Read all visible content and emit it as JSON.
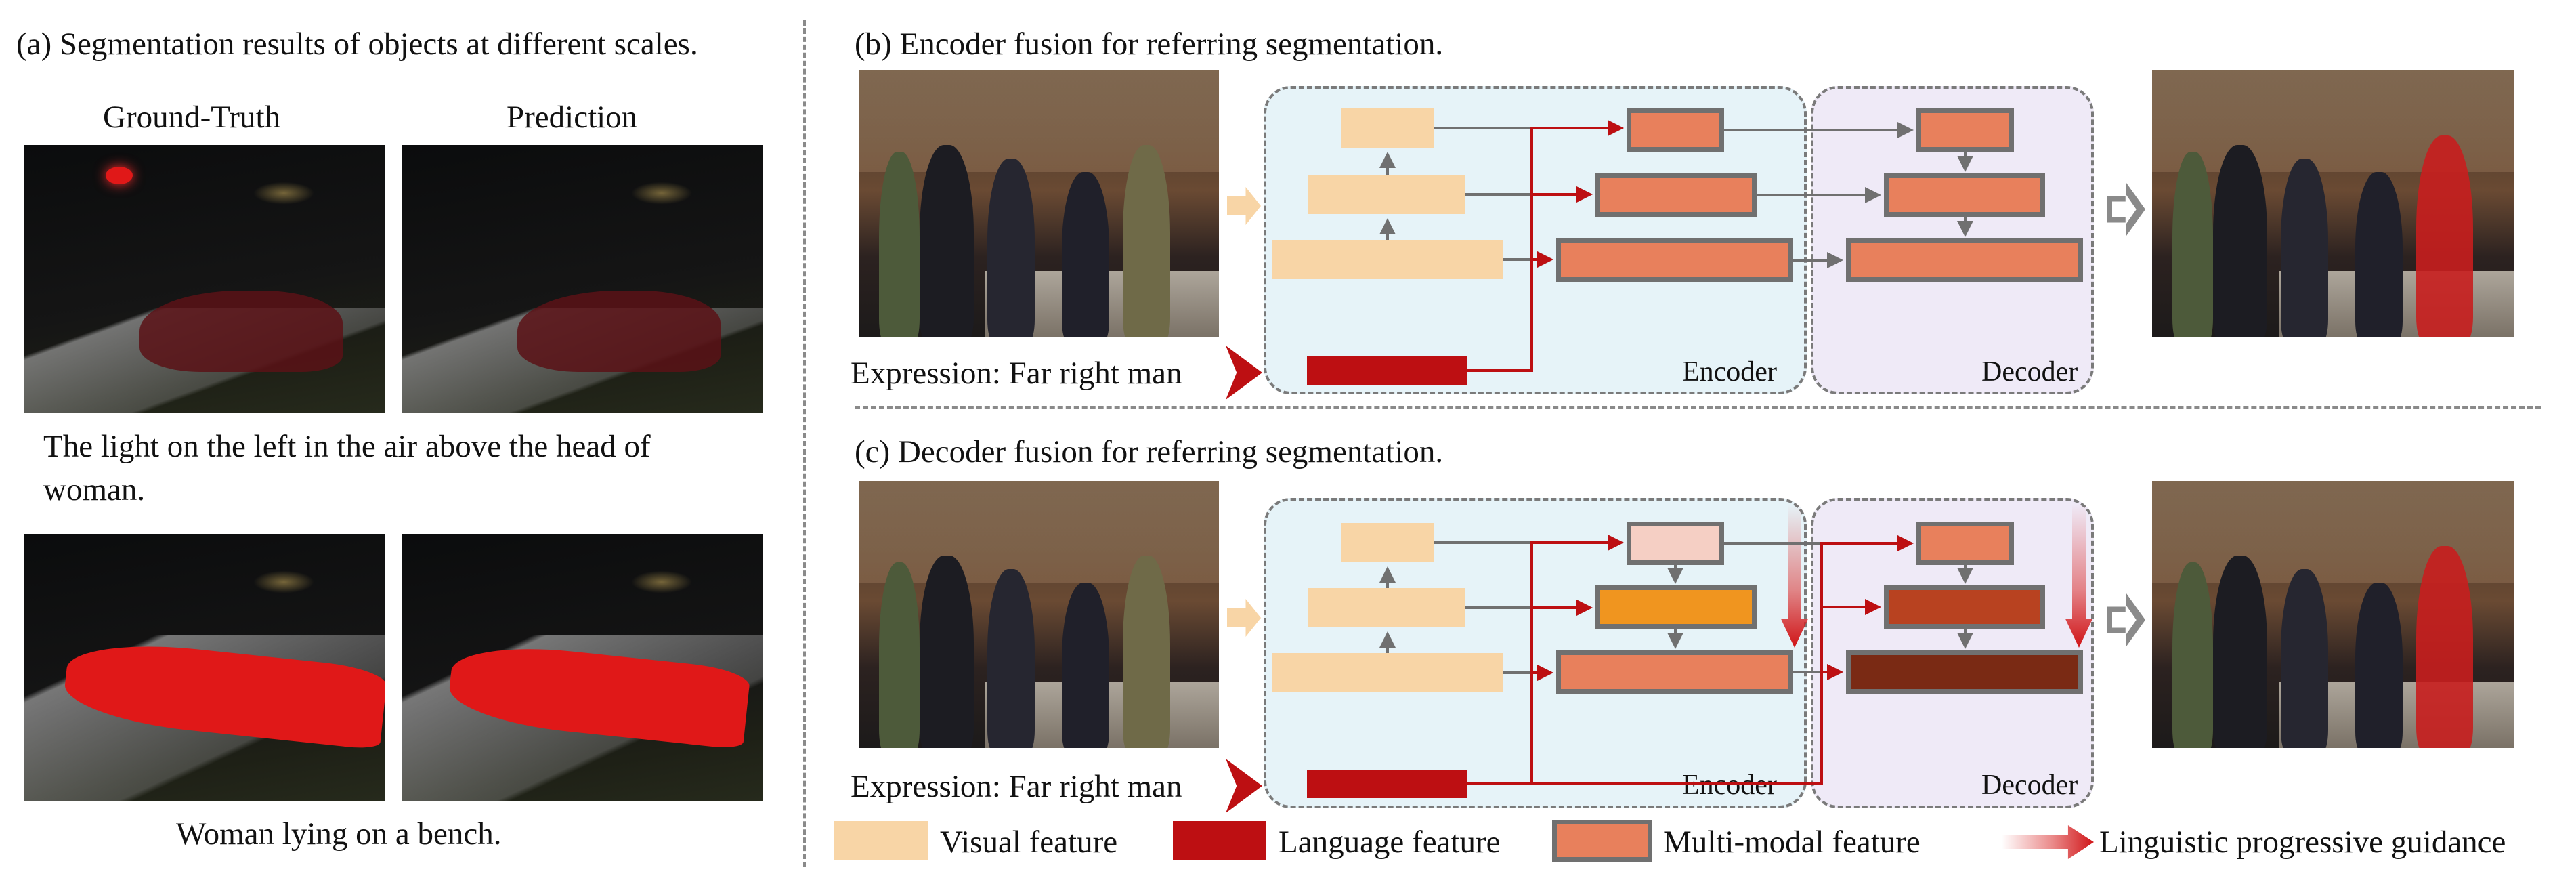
{
  "panel_a": {
    "title": "(a) Segmentation results of objects at different scales.",
    "col_gt": "Ground-Truth",
    "col_pred": "Prediction",
    "caption_1_line1": "The light on the left in the air above the head of",
    "caption_1_line2": "woman.",
    "caption_2": "Woman lying on a bench."
  },
  "panel_b": {
    "title": "(b) Encoder fusion for referring segmentation.",
    "expression": "Expression: Far right man",
    "encoder_label": "Encoder",
    "decoder_label": "Decoder"
  },
  "panel_c": {
    "title": "(c) Decoder fusion for referring segmentation.",
    "expression": "Expression: Far right man",
    "encoder_label": "Encoder",
    "decoder_label": "Decoder"
  },
  "legend": {
    "visual": "Visual feature",
    "language": "Language feature",
    "multimodal": "Multi-modal feature",
    "guidance": "Linguistic progressive guidance"
  },
  "colors": {
    "visual": "#f8d5a6",
    "language": "#bd0f12",
    "multimodal": "#e8805c",
    "mm_light": "#f5cfc4",
    "mm_orange": "#f0951f",
    "mm_rust": "#b84220",
    "mm_dark": "#7a2a14",
    "encoder_bg": "#e6f3f8",
    "decoder_bg": "#efeaf7",
    "mask_red": "#e01818"
  }
}
